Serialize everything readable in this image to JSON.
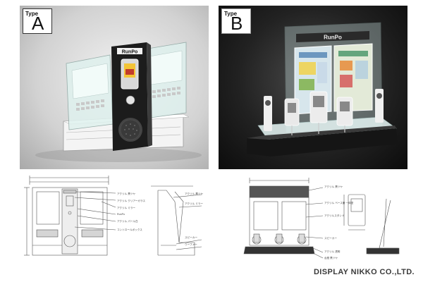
{
  "type_a": {
    "tag_word": "Type",
    "tag_letter": "A",
    "logo": "RunPo",
    "callouts": [
      "アクリル 黒ツヤ",
      "アクリル クリアーガラス",
      "アクリル ミラー",
      "RunPo",
      "アクリル パール白",
      "コントロールボックス",
      "アクリル 黒ツヤ",
      "アクリル ミラー",
      "スピーカー",
      "ウーファー"
    ]
  },
  "type_b": {
    "tag_word": "Type",
    "tag_letter": "B",
    "logo": "RunPo",
    "callouts": [
      "アクリル 黒ツヤ",
      "アクリル ベース兼 一体型",
      "アクリルスタンド",
      "スピーカー",
      "アクリル 透明",
      "台座 黒ツヤ"
    ]
  },
  "company_name": "DISPLAY NIKKO CO.,LTD."
}
